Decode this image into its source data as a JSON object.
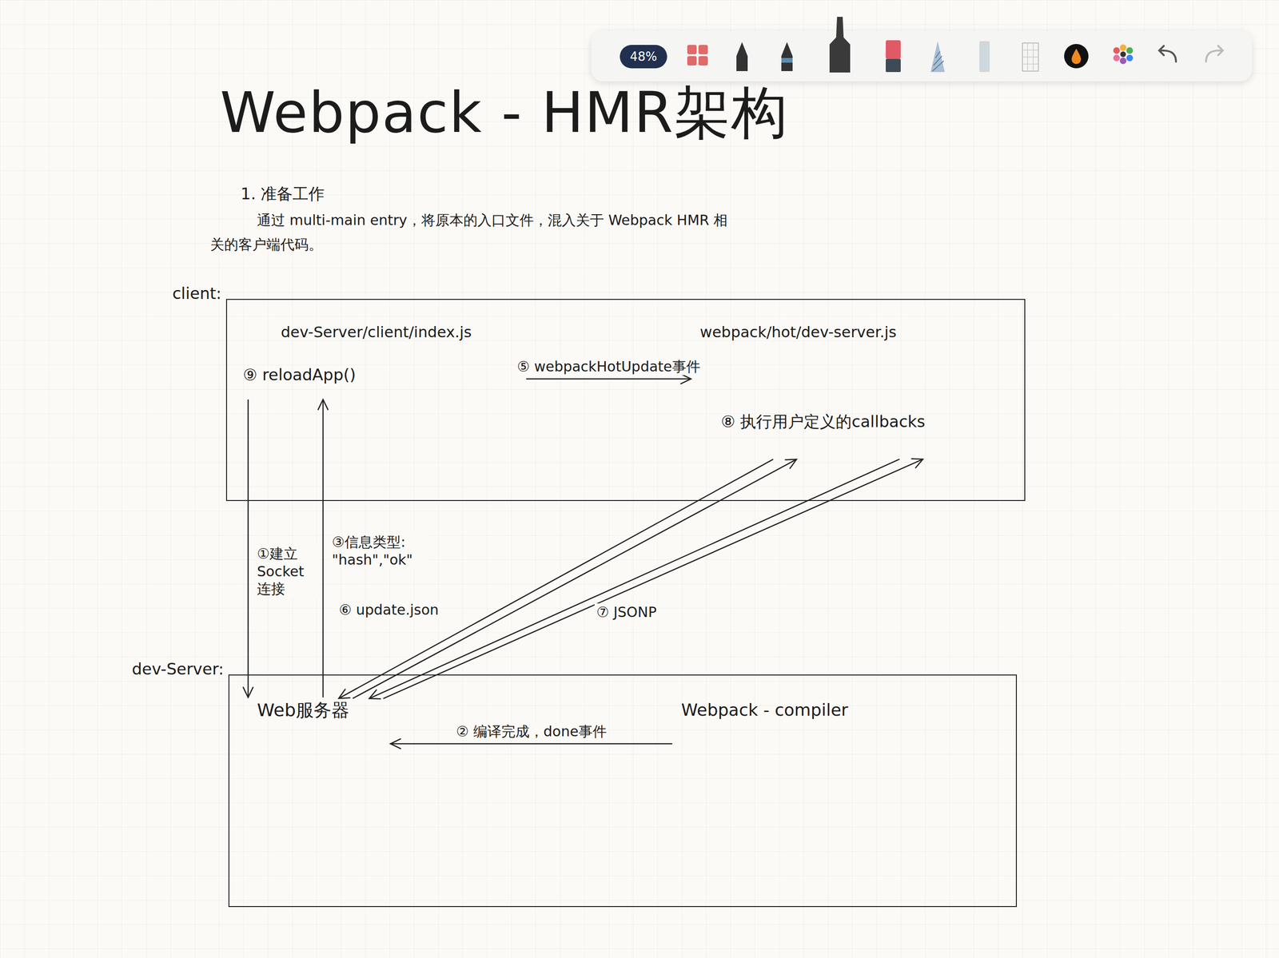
{
  "diagram": {
    "title": "Webpack - HMR架构",
    "nodes": [
      {
        "text": [
          "client:"
        ]
      },
      {
        "text": [
          "dev-Server/client/index.js",
          "⑨ reloadApp()"
        ],
        "in": 0
      },
      {
        "text": [
          "webpack/hot/dev-server.js",
          "⑧ 执行用户定义的callbacks"
        ],
        "in": 0
      },
      {
        "text": [
          "dev-Server:"
        ]
      },
      {
        "text": [
          "Web服务器"
        ],
        "in": 3
      },
      {
        "text": [
          "Webpack - compiler"
        ],
        "in": 3
      }
    ],
    "edges": [
      {
        "from": 1,
        "to": 2,
        "arrow": "to",
        "label": "⑤ webpackHotUpdate事件"
      },
      {
        "from": 1,
        "to": 4,
        "arrow": "to",
        "label": "①建立 Socket 连接"
      },
      {
        "from": 4,
        "to": 1,
        "arrow": "to",
        "label": "③信息类型: \"hash\",\"ok\""
      },
      {
        "from": 2,
        "to": 4,
        "arrow": "to",
        "label": "⑥ update.json"
      },
      {
        "from": 4,
        "to": 2,
        "arrow": "to"
      },
      {
        "from": 2,
        "to": 4,
        "arrow": "to",
        "label": "⑦ JSONP"
      },
      {
        "from": 4,
        "to": 2,
        "arrow": "to"
      },
      {
        "from": 5,
        "to": 4,
        "arrow": "to",
        "label": "② 编译完成，done事件"
      }
    ],
    "labels": [
      "48%",
      "1. 准备工作",
      "通过 multi-main entry，将原本的入口文件，混入关于 Webpack HMR 相关的客户端代码。"
    ]
  }
}
